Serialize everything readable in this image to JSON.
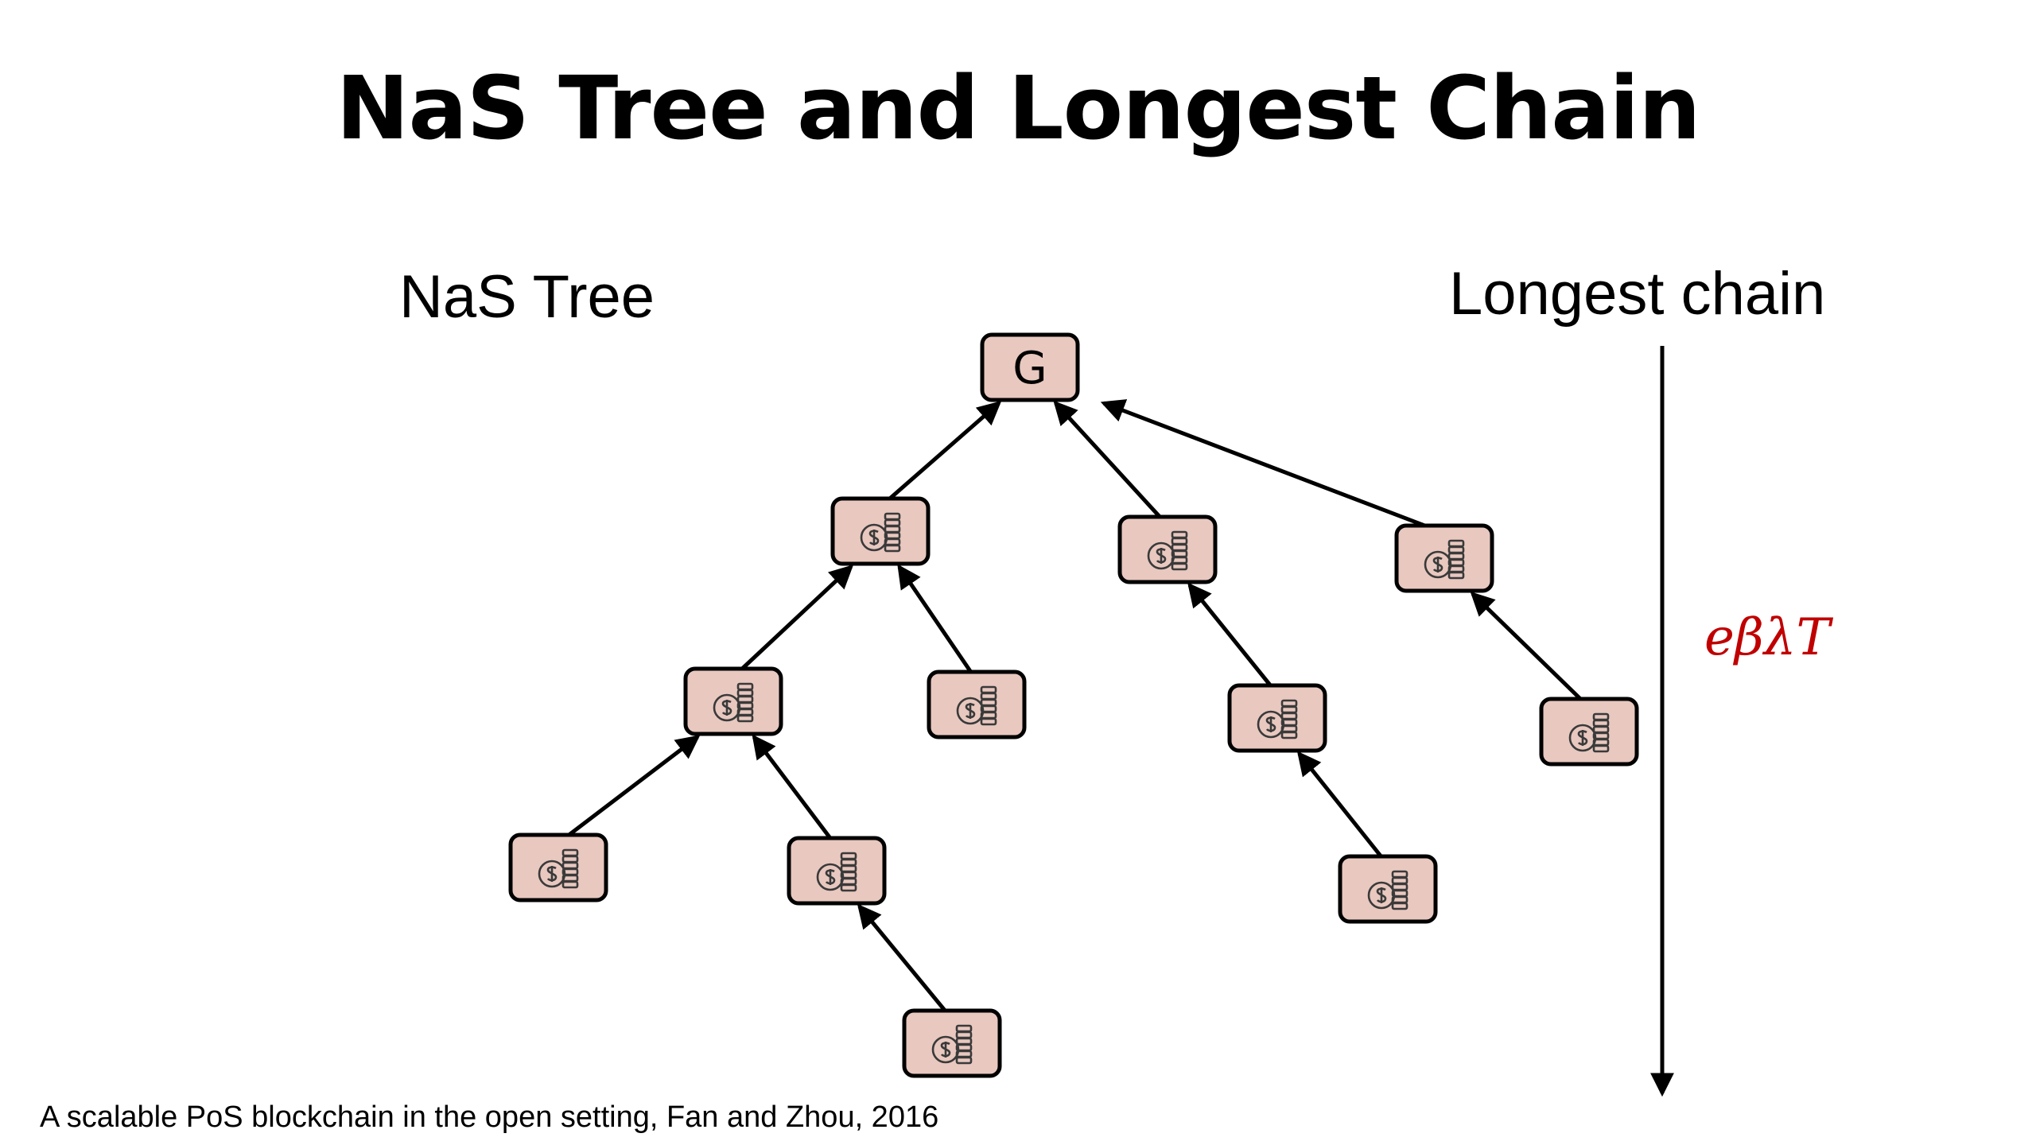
{
  "slide": {
    "title": "NaS Tree and Longest Chain",
    "tree_label": "NaS Tree",
    "chain_label": "Longest chain",
    "chain_rate_label": "eβλT",
    "citation": "A scalable PoS blockchain in the open setting, Fan and Zhou, 2016"
  },
  "tree": {
    "genesis_label": "G",
    "block_icon": "coin-stack-icon",
    "blocks": [
      {
        "id": "G",
        "parent": null,
        "genesis": true
      },
      {
        "id": "b1",
        "parent": "G"
      },
      {
        "id": "b2",
        "parent": "G"
      },
      {
        "id": "b3",
        "parent": "G"
      },
      {
        "id": "b4",
        "parent": "b1"
      },
      {
        "id": "b5",
        "parent": "b1"
      },
      {
        "id": "b6",
        "parent": "b2"
      },
      {
        "id": "b7",
        "parent": "b3"
      },
      {
        "id": "b8",
        "parent": "b4"
      },
      {
        "id": "b9",
        "parent": "b4"
      },
      {
        "id": "b10",
        "parent": "b6"
      },
      {
        "id": "b11",
        "parent": "b9"
      }
    ]
  },
  "colors": {
    "block_fill": "#e8c8bf",
    "rate_label": "#c00000"
  }
}
